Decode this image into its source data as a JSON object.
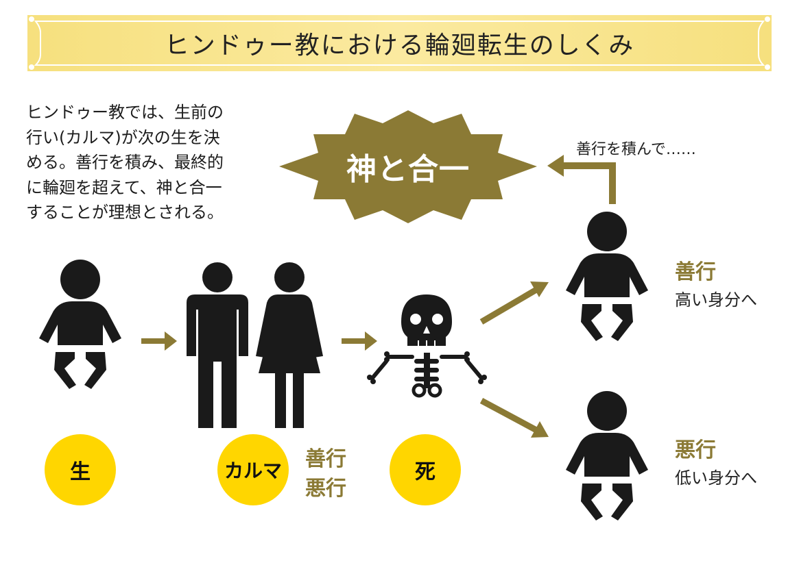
{
  "title": "ヒンドゥー教における輪廻転生のしくみ",
  "intro": [
    "ヒンドゥー教では、生前の",
    "行い(カルマ)が次の生を決",
    "める。善行を積み、最終的",
    "に輪廻を超えて、神と合一",
    "することが理想とされる。"
  ],
  "goal": "神と合一",
  "path_note": "善行を積んで……",
  "stages": {
    "birth": "生",
    "karma": "カルマ",
    "death": "死"
  },
  "karma_types": [
    "善行",
    "悪行"
  ],
  "outcomes": {
    "good": {
      "label": "善行",
      "result": "高い身分へ"
    },
    "bad": {
      "label": "悪行",
      "result": "低い身分へ"
    }
  },
  "colors": {
    "banner": "#f7e38a",
    "circle": "#ffd600",
    "arrow": "#8b7a35",
    "burst": "#8b7a35",
    "icon": "#1a1a1a"
  },
  "icons": [
    "baby-icon",
    "man-icon",
    "woman-icon",
    "skeleton-icon"
  ]
}
